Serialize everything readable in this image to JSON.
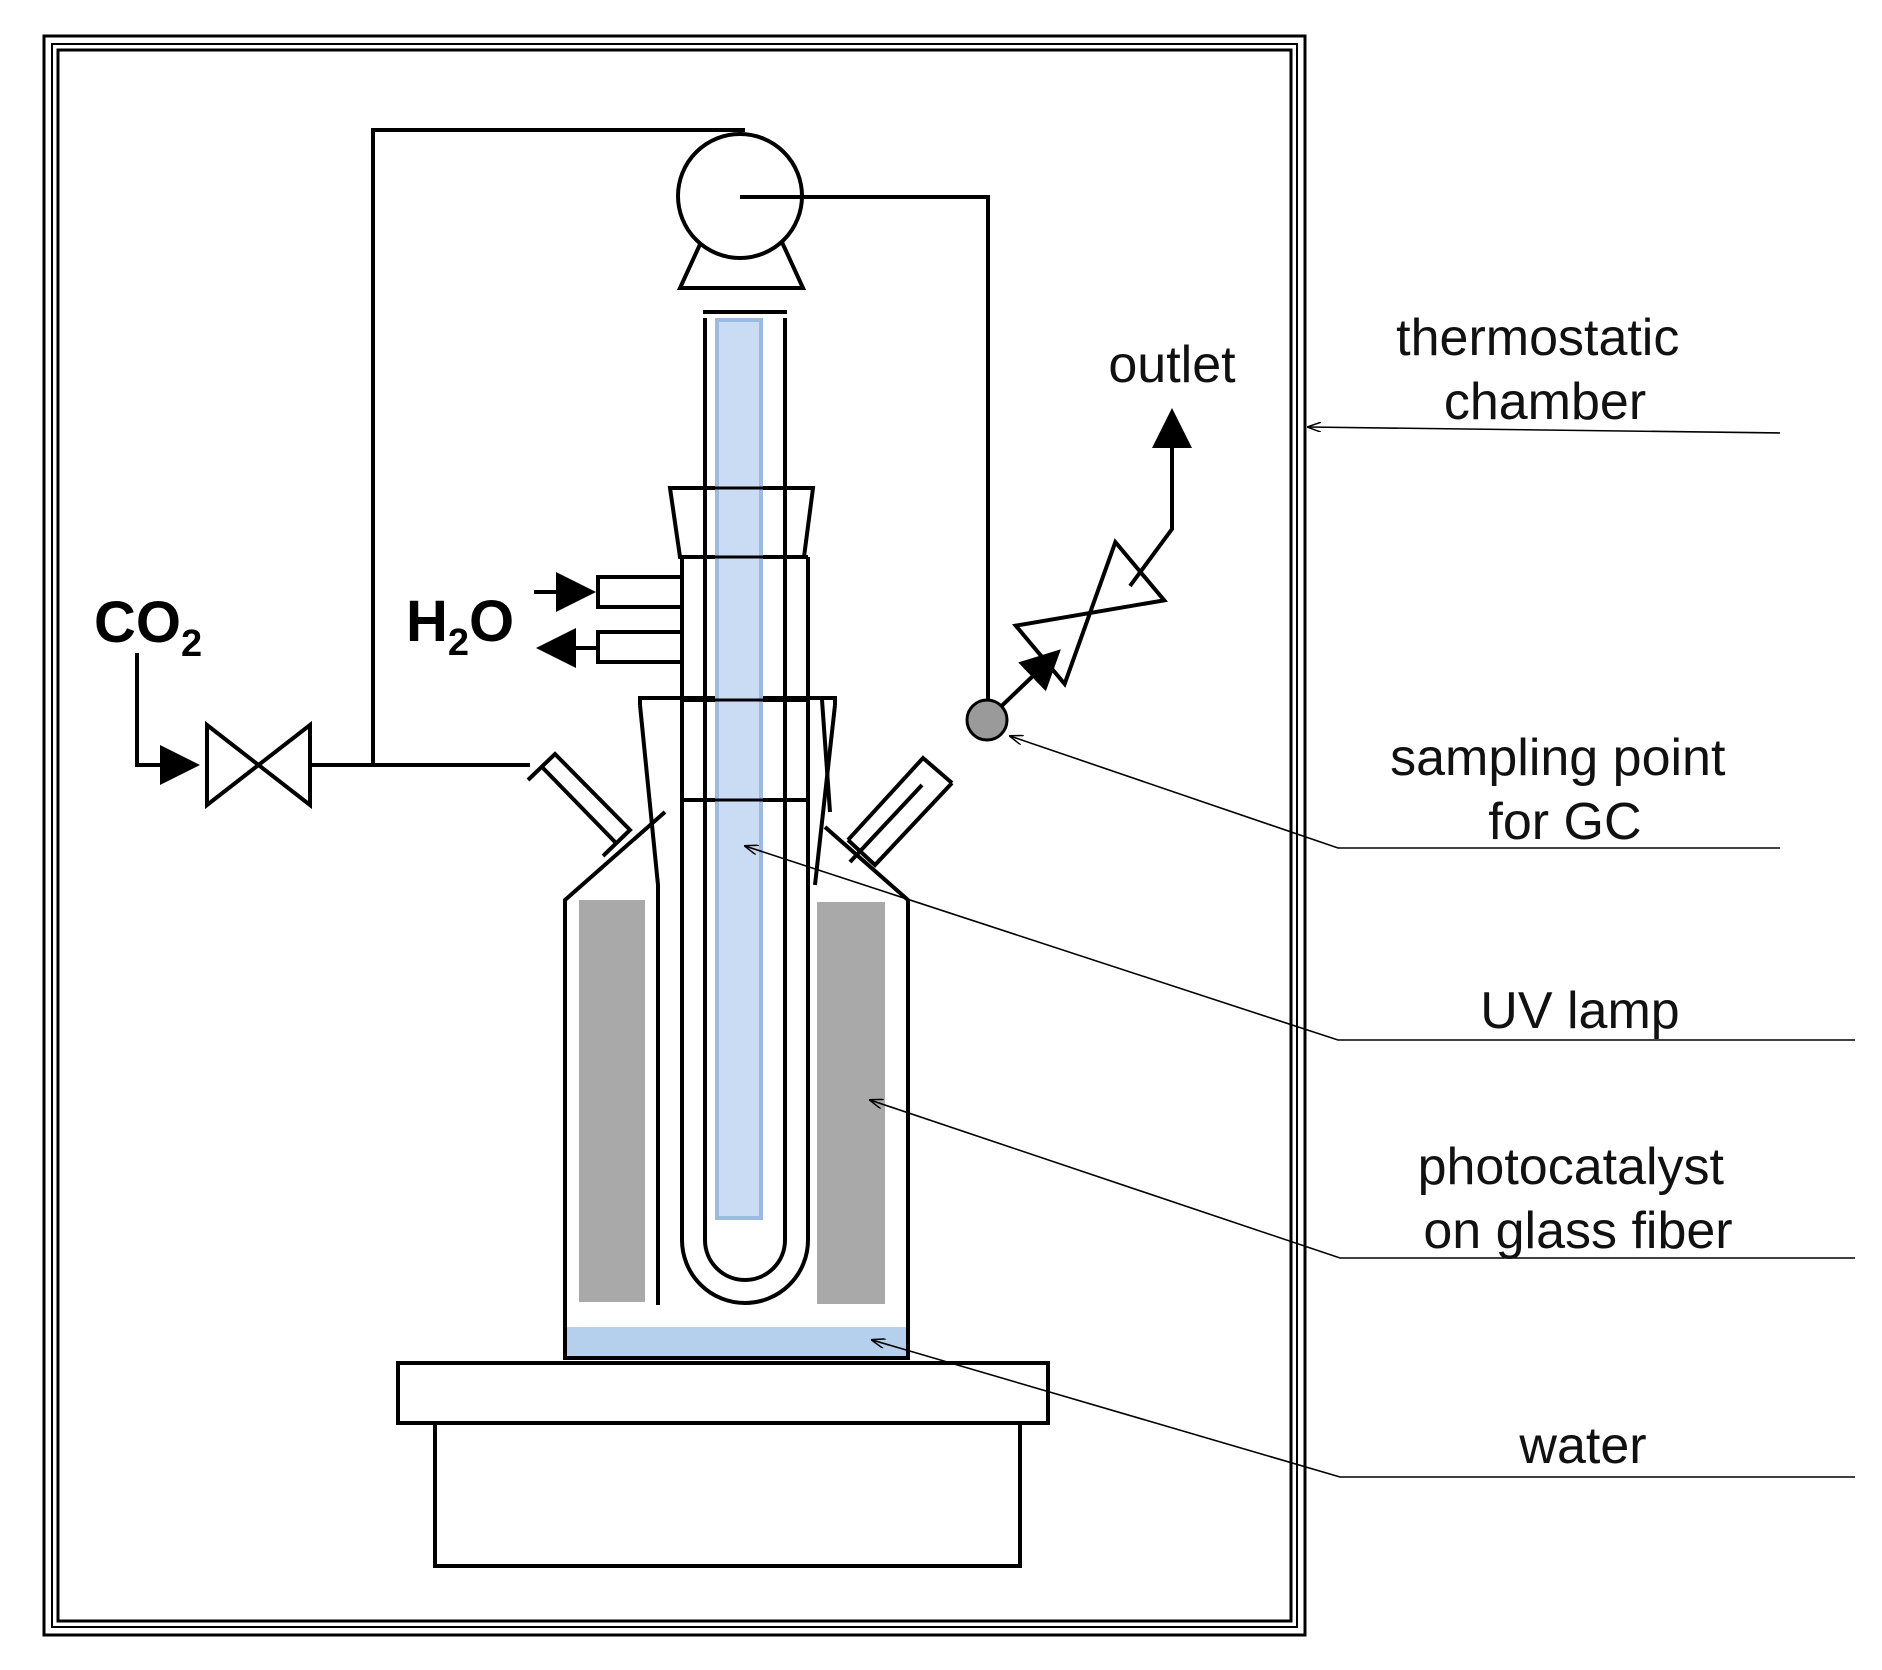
{
  "labels": {
    "co2": "CO",
    "co2_sub": "2",
    "h2o_h": "H",
    "h2o_sub": "2",
    "h2o_o": "O",
    "outlet": "outlet",
    "thermostatic_line1": "thermostatic",
    "thermostatic_line2": "chamber",
    "sampling_line1": "sampling point",
    "sampling_line2": "for GC",
    "uv_lamp": "UV lamp",
    "photocatalyst_line1": "photocatalyst",
    "photocatalyst_line2": "on glass fiber",
    "water": "water"
  },
  "colors": {
    "lamp_fill": "#c9dcf3",
    "lamp_stroke": "#9bbbe0",
    "water_fill": "#b5d0ec",
    "catalyst_fill": "#a9a9a9",
    "sampling_point_fill": "#9a9a9a",
    "line": "#000000"
  }
}
